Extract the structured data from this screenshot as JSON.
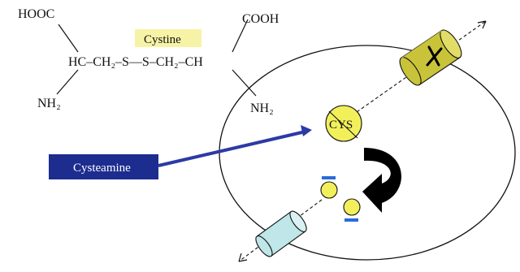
{
  "molecule": {
    "name": "Cystine",
    "left_acid": "HOOC",
    "right_acid": "COOH",
    "backbone": "HC–CH₂–S—S–CH₂–CH",
    "amine_left": "NH₂",
    "amine_right": "NH₂"
  },
  "cell": {
    "cys_label": "CYS",
    "drug_label": "Cysteamine"
  },
  "colors": {
    "cystine_highlight": "#f7f3a6",
    "cys_ball": "#f2f05a",
    "transporter_top": "#c9c33a",
    "transporter_bottom": "#bfe6e8",
    "drug_box": "#1c2c8f",
    "drug_arrow": "#2c3aa6",
    "blocked_x": "#000000",
    "charge_bar": "#2a6bd8"
  },
  "icons": [
    "transporter-blocked-icon",
    "transporter-open-icon",
    "cys-ball-icon",
    "curved-arrow-icon",
    "small-ball-icon"
  ]
}
